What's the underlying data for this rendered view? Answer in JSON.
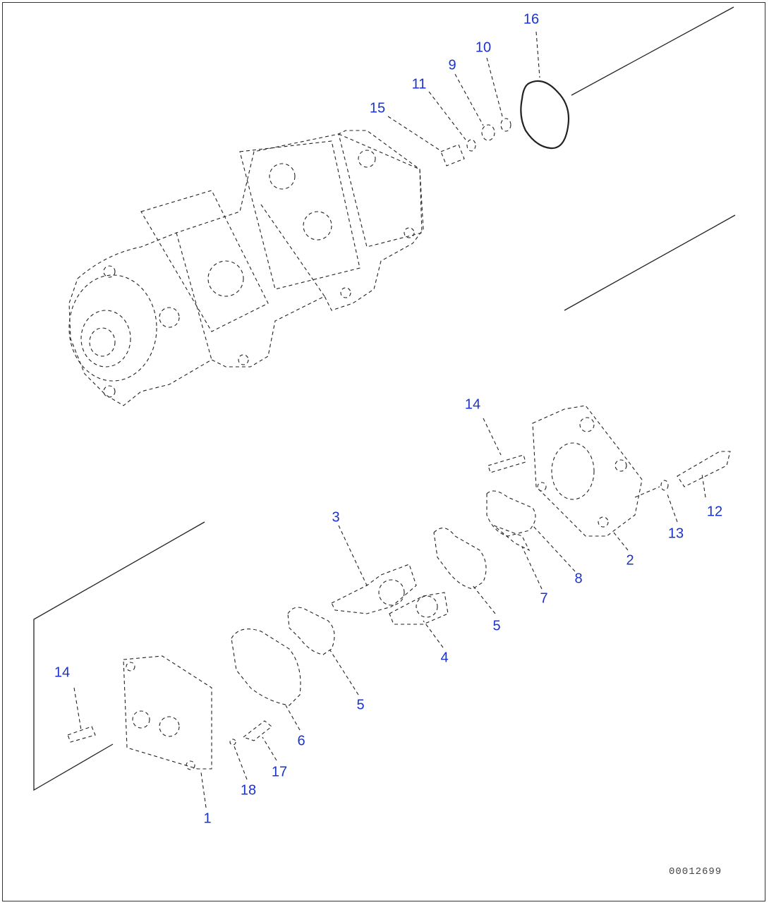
{
  "callouts": [
    {
      "id": "16",
      "text": "16"
    },
    {
      "id": "10",
      "text": "10"
    },
    {
      "id": "9",
      "text": "9"
    },
    {
      "id": "11",
      "text": "11"
    },
    {
      "id": "15",
      "text": "15"
    },
    {
      "id": "14a",
      "text": "14"
    },
    {
      "id": "12",
      "text": "12"
    },
    {
      "id": "13",
      "text": "13"
    },
    {
      "id": "3",
      "text": "3"
    },
    {
      "id": "2",
      "text": "2"
    },
    {
      "id": "8",
      "text": "8"
    },
    {
      "id": "7",
      "text": "7"
    },
    {
      "id": "5a",
      "text": "5"
    },
    {
      "id": "4",
      "text": "4"
    },
    {
      "id": "14b",
      "text": "14"
    },
    {
      "id": "5b",
      "text": "5"
    },
    {
      "id": "6",
      "text": "6"
    },
    {
      "id": "17",
      "text": "17"
    },
    {
      "id": "18",
      "text": "18"
    },
    {
      "id": "1",
      "text": "1"
    }
  ],
  "drawing_code": "00012699",
  "colors": {
    "callout": "#1a33cc",
    "line": "#222222"
  }
}
